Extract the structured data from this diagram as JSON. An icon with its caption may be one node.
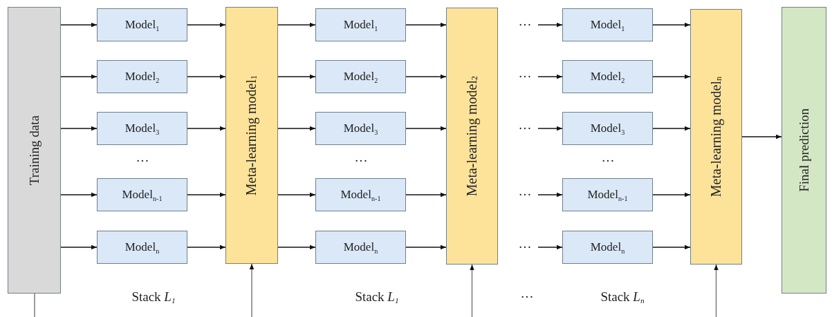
{
  "diagram": {
    "nodes": [
      {
        "text": [
          "Training data"
        ]
      },
      {
        "text": [
          "Model$_{1}$"
        ]
      },
      {
        "text": [
          "Model$_{2}$"
        ]
      },
      {
        "text": [
          "Model$_{3}$"
        ]
      },
      {
        "text": [
          "Model$_{n-1}$"
        ]
      },
      {
        "text": [
          "Model$_{n}$"
        ]
      },
      {
        "text": [
          "Meta-learning model$_{1}$"
        ]
      },
      {
        "text": [
          "Model$_{1}$"
        ]
      },
      {
        "text": [
          "Model$_{2}$"
        ]
      },
      {
        "text": [
          "Model$_{3}$"
        ]
      },
      {
        "text": [
          "Model$_{n-1}$"
        ]
      },
      {
        "text": [
          "Model$_{n}$"
        ]
      },
      {
        "text": [
          "Meta-learning model$_{2}$"
        ]
      },
      {
        "text": [
          "Model$_{1}$"
        ]
      },
      {
        "text": [
          "Model$_{2}$"
        ]
      },
      {
        "text": [
          "Model$_{3}$"
        ]
      },
      {
        "text": [
          "Model$_{n-1}$"
        ]
      },
      {
        "text": [
          "Model$_{n}$"
        ]
      },
      {
        "text": [
          "Meta-learning model$_{n}$"
        ]
      },
      {
        "text": [
          "Final prediction"
        ]
      }
    ],
    "edges": [
      {
        "from": 0,
        "to": 1,
        "arrow": "to"
      },
      {
        "from": 0,
        "to": 2,
        "arrow": "to"
      },
      {
        "from": 0,
        "to": 3,
        "arrow": "to"
      },
      {
        "from": 0,
        "to": 4,
        "arrow": "to"
      },
      {
        "from": 0,
        "to": 5,
        "arrow": "to"
      },
      {
        "from": 1,
        "to": 6,
        "arrow": "to"
      },
      {
        "from": 2,
        "to": 6,
        "arrow": "to"
      },
      {
        "from": 3,
        "to": 6,
        "arrow": "to"
      },
      {
        "from": 4,
        "to": 6,
        "arrow": "to"
      },
      {
        "from": 5,
        "to": 6,
        "arrow": "to"
      },
      {
        "from": 6,
        "to": 7,
        "arrow": "to"
      },
      {
        "from": 6,
        "to": 8,
        "arrow": "to"
      },
      {
        "from": 6,
        "to": 9,
        "arrow": "to"
      },
      {
        "from": 6,
        "to": 10,
        "arrow": "to"
      },
      {
        "from": 6,
        "to": 11,
        "arrow": "to"
      },
      {
        "from": 7,
        "to": 12,
        "arrow": "to"
      },
      {
        "from": 8,
        "to": 12,
        "arrow": "to"
      },
      {
        "from": 9,
        "to": 12,
        "arrow": "to"
      },
      {
        "from": 10,
        "to": 12,
        "arrow": "to"
      },
      {
        "from": 11,
        "to": 12,
        "arrow": "to"
      },
      {
        "from": null,
        "to": 13,
        "arrow": "to"
      },
      {
        "from": null,
        "to": 14,
        "arrow": "to"
      },
      {
        "from": null,
        "to": 15,
        "arrow": "to"
      },
      {
        "from": null,
        "to": 16,
        "arrow": "to"
      },
      {
        "from": null,
        "to": 17,
        "arrow": "to"
      },
      {
        "from": 13,
        "to": 18,
        "arrow": "to"
      },
      {
        "from": 14,
        "to": 18,
        "arrow": "to"
      },
      {
        "from": 15,
        "to": 18,
        "arrow": "to"
      },
      {
        "from": 16,
        "to": 18,
        "arrow": "to"
      },
      {
        "from": 17,
        "to": 18,
        "arrow": "to"
      },
      {
        "from": 18,
        "to": 19,
        "arrow": "to"
      },
      {
        "from": 0,
        "to": null,
        "arrow": "none",
        "color": "#7a7a7a"
      },
      {
        "from": null,
        "to": 6,
        "arrow": "to",
        "color": "#7a7a7a"
      },
      {
        "from": null,
        "to": 12,
        "arrow": "to",
        "color": "#7a7a7a"
      },
      {
        "from": null,
        "to": 18,
        "arrow": "to",
        "color": "#7a7a7a"
      }
    ],
    "labels": [
      "···",
      "···",
      "···",
      "···",
      "···",
      "···",
      "···",
      "···",
      "Stack *L*$_{1}$",
      "Stack *L*$_{1}$",
      "···",
      "Stack *L*$_{n}$"
    ]
  }
}
